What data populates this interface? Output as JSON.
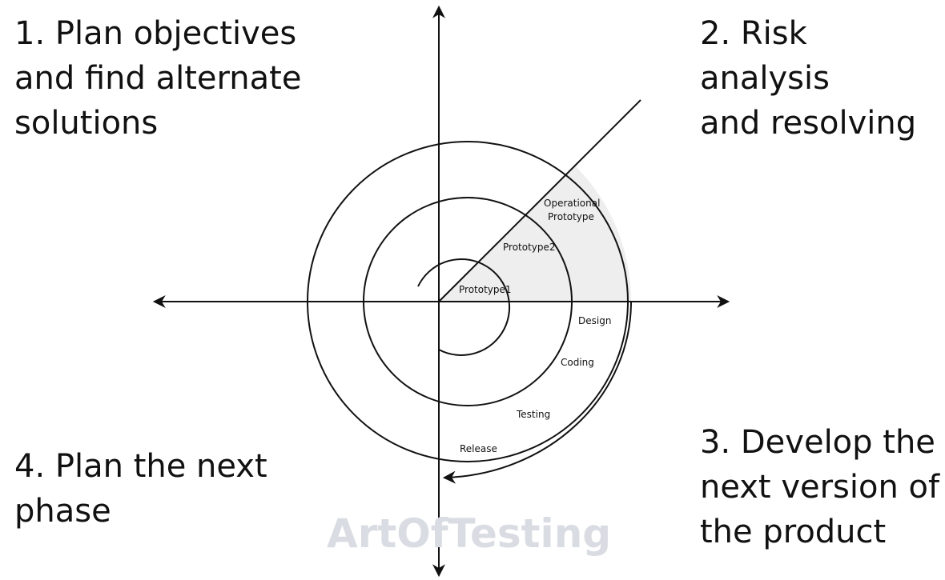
{
  "quadrants": {
    "q1": "1. Plan objectives\nand find alternate\nsolutions",
    "q2": "2. Risk analysis\nand resolving",
    "q3": "3. Develop the\nnext version of\nthe product",
    "q4": "4. Plan the next\nphase"
  },
  "prototypes": {
    "p1": "Prototype1",
    "p2": "Prototype2",
    "op_line1": "Operational",
    "op_line2": "Prototype"
  },
  "stages": {
    "design": "Design",
    "coding": "Coding",
    "testing": "Testing",
    "release": "Release"
  },
  "watermark": "ArtOfTesting",
  "colors": {
    "line": "#111111",
    "shaded_region": "#eeeeee",
    "watermark": "#d9dce2"
  }
}
